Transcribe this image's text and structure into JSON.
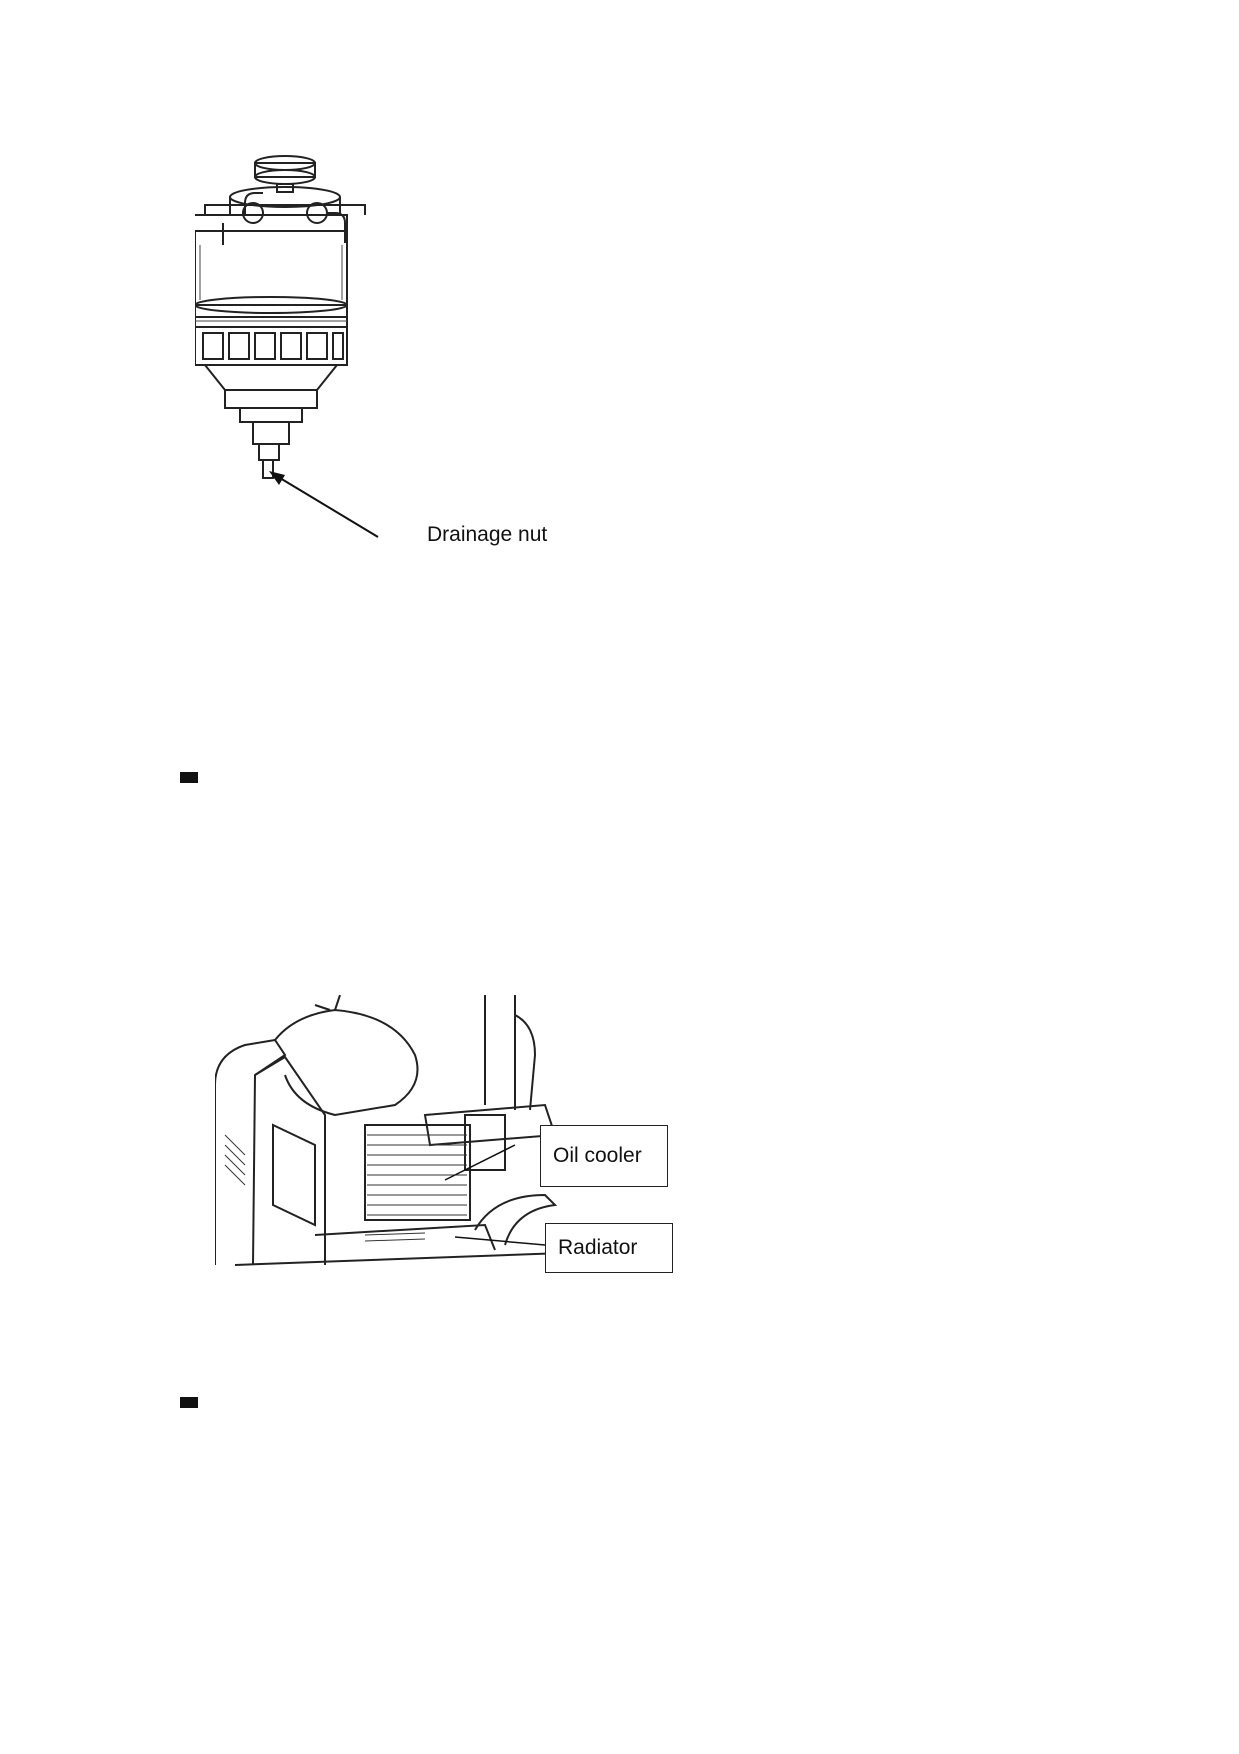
{
  "figure_1": {
    "callout": "Drainage nut"
  },
  "figure_2": {
    "callouts": [
      "Oil cooler",
      "Radiator"
    ]
  },
  "bullets": [
    {
      "icon": "square-bullet-icon"
    },
    {
      "icon": "square-bullet-icon"
    }
  ]
}
